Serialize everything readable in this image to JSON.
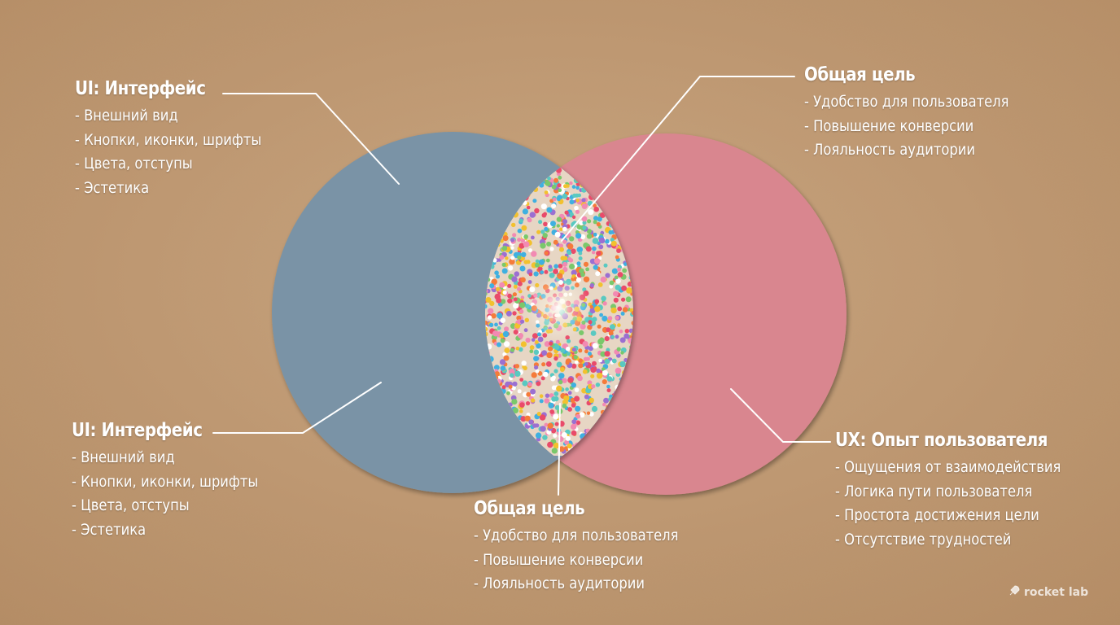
{
  "colors": {
    "background": "#c29a73",
    "ui_circle": "#7a93a6",
    "ux_circle": "#d9868f",
    "text": "#ffffff"
  },
  "ui_top": {
    "title": "UI: Интерфейс",
    "items": [
      "Внешний вид",
      "Кнопки, иконки, шрифты",
      "Цвета, отступы",
      "Эстетика"
    ]
  },
  "ui_bottom": {
    "title": "UI: Интерфейс",
    "items": [
      "Внешний вид",
      "Кнопки, иконки, шрифты",
      "Цвета, отступы",
      "Эстетика"
    ]
  },
  "goal_top": {
    "title": "Общая цель",
    "items": [
      "Удобство для пользователя",
      "Повышение конверсии",
      "Лояльность аудитории"
    ]
  },
  "goal_bottom": {
    "title": "Общая цель",
    "items": [
      "Удобство для пользователя",
      "Повышение конверсии",
      "Лояльность аудитории"
    ]
  },
  "ux": {
    "title": "UX: Опыт пользователя",
    "items": [
      "Ощущения от взаимодействия",
      "Логика пути пользователя",
      "Простота достижения цели",
      "Отсутствие трудностей"
    ]
  },
  "brand": {
    "icon": "rocket-icon",
    "text": "rocket lab"
  }
}
